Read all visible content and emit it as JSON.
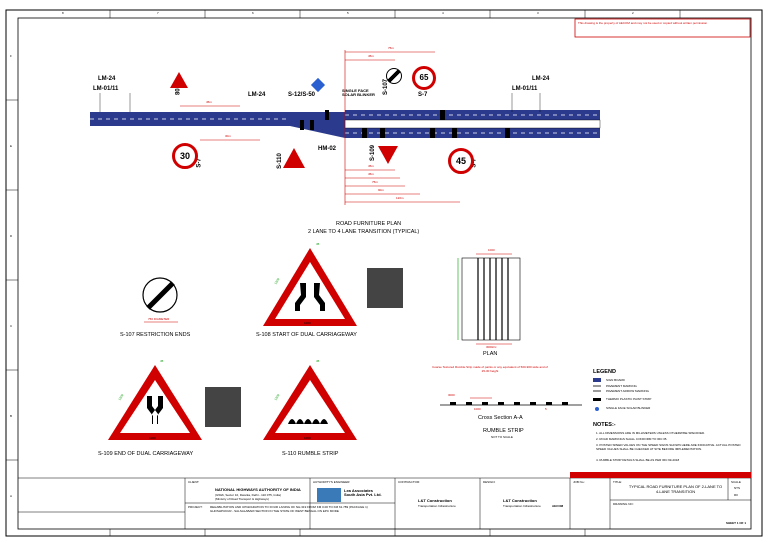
{
  "sheet": {
    "top_refs": [
      "8",
      "7",
      "6",
      "5",
      "4",
      "3",
      "2"
    ],
    "side_refs": [
      "F",
      "E",
      "D",
      "C",
      "B",
      "A"
    ],
    "copyright_note": "This drawing is the property of AECOM and may not be used or copied without written permission"
  },
  "road_plan": {
    "labels": {
      "lm24_left": "LM-24",
      "lm0111_left": "LM-01/11",
      "s108": "S-108",
      "lm24_mid": "LM-24",
      "s12_50": "S-12/S-50",
      "single_face": "SINGLE FACE\nSOLAR BLINKER",
      "s107": "S-107",
      "s7_top": "S-7",
      "lm24_right": "LM-24",
      "lm0111_right": "LM-01/11",
      "s7_left": "S-7",
      "s110": "S-110",
      "hm02": "HM-02",
      "s109": "S-109",
      "s7_right": "S-7"
    },
    "dims": [
      "75m",
      "45m",
      "45m",
      "30m",
      "45m",
      "45m",
      "75m",
      "90m",
      "120m"
    ],
    "speed_left": "30",
    "speed_top": "65",
    "speed_right": "45"
  },
  "title": {
    "line1": "ROAD FURNITURE PLAN",
    "line2": "2 LANE TO 4 LANE TRANSITION (TYPICAL)"
  },
  "signs": {
    "s107_caption": "S-107 RESTRICTION ENDS",
    "s107_dim": "750 DIAMETER",
    "s108_caption": "S-108 START OF DUAL CARRIAGEWAY",
    "s109_caption": "S-109 END OF DUAL CARRIAGEWAY",
    "s110_caption": "S-110 RUMBLE STRIP",
    "dim_1000": "1000",
    "dim_45": "45",
    "dim_1200": "1200"
  },
  "rumble": {
    "plan_caption": "PLAN",
    "dim_top": "1000",
    "dim_bot": "3000c/c",
    "section_note": "Coarse Textured Rumble Strip made of paints or any equivalent of 500-900 wide and of 25-30 height",
    "cross_caption": "Cross Section A-A",
    "strip_caption": "RUMBLE STRIP",
    "strip_sub": "NOT TO SCALE",
    "dim_a": "3000",
    "dim_b": "1000",
    "dim_c": "5"
  },
  "legend": {
    "title": "LEGEND",
    "items": [
      "SIGN BOARD",
      "PAVEMENT MARKING",
      "PAVEMENT ARROW MARKING",
      "THERMO PLASTIC PAINT STRIP",
      "SINGLE FACE SOLAR BLINKER"
    ]
  },
  "notes": {
    "title": "NOTES:-",
    "items": [
      "1. ALL DIMENSIONS ARE IN MILLIMETERS UNLESS OTHERWISE SPECIFIED.",
      "2. ROAD MARKINGS SHALL CONFORM TO IRC:35.",
      "3. POSTED SPEED VALUES ON THE SPEED SIGNS SHOWN HERE ARE INDICATIVE. ACTUAL POSTED SPEED VALUES SHALL BE CHECKED AT SITE BEFORE IMPLEMENTATION.",
      "4. RUMBLE STRIP DETAILS SHALL BE AS PER IRC:99-2018"
    ]
  },
  "title_block": {
    "client_label": "CLIENT:",
    "client_name": "NATIONAL HIGHWAYS AUTHORITY OF INDIA",
    "client_addr": "(G5&6, Sector 10, Dwarka, Delhi - 110 075, India)\n(Ministry of Road Transport & Highways)",
    "authority_label": "AUTHORITY'S ENGINEER:",
    "engineer_name": "Lea Associates\nSouth Asia Pvt. Ltd.",
    "contractor_label": "CONTRACTOR:",
    "contractor_name": "L&T Construction",
    "contractor_sub": "Transportation Infrastructure",
    "design_label": "DESIGN:",
    "design_name": "L&T Construction",
    "design_sub": "Transportation Infrastructure",
    "design_co": "AECOM",
    "project_label": "PROJECT:",
    "project_text": "REHABILITATION AND UPGRADATION TO FOUR LANING OF NH-319 FROM KM 0.00 TO KM 61.789 (PACKAGE 1) GHOSHPUKUR - SALSALABARI SECTION IN THE STATE OF WEST BENGAL ON EPC MODE",
    "job_no_label": "JOB No.:",
    "title_label": "TITLE:",
    "drawing_title": "TYPICAL ROAD FURNITURE PLAN OF 2-LANE TO 4-LANE TRANSITION",
    "drawing_no_label": "DRAWING NO:",
    "sheet": "SHEET 1 OF 1",
    "scale_label": "SCALE",
    "scale": "NTS",
    "rev": "R0"
  }
}
